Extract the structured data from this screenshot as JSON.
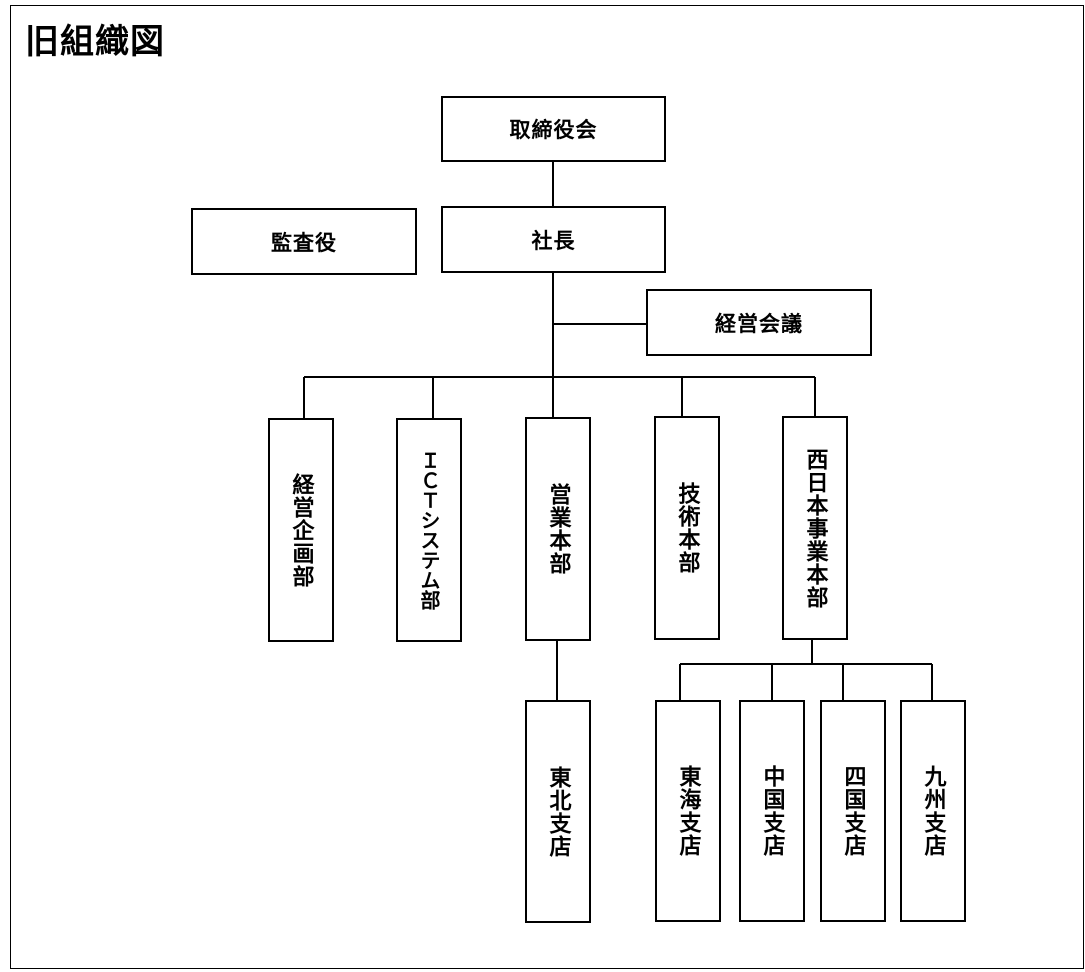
{
  "title": "旧組織図",
  "nodes": {
    "board": "取締役会",
    "auditor": "監査役",
    "president": "社長",
    "management_meeting": "経営会議",
    "corporate_planning": "経営企画部",
    "ict_systems": "ＩＣＴシステム部",
    "sales_hq": "営業本部",
    "engineering_hq": "技術本部",
    "west_japan_hq": "西日本事業本部",
    "tohoku_branch": "東北支店",
    "tokai_branch": "東海支店",
    "chugoku_branch": "中国支店",
    "shikoku_branch": "四国支店",
    "kyushu_branch": "九州支店"
  },
  "colors": {
    "line": "#000000",
    "box_fill": "#ffffff",
    "text": "#000000"
  }
}
